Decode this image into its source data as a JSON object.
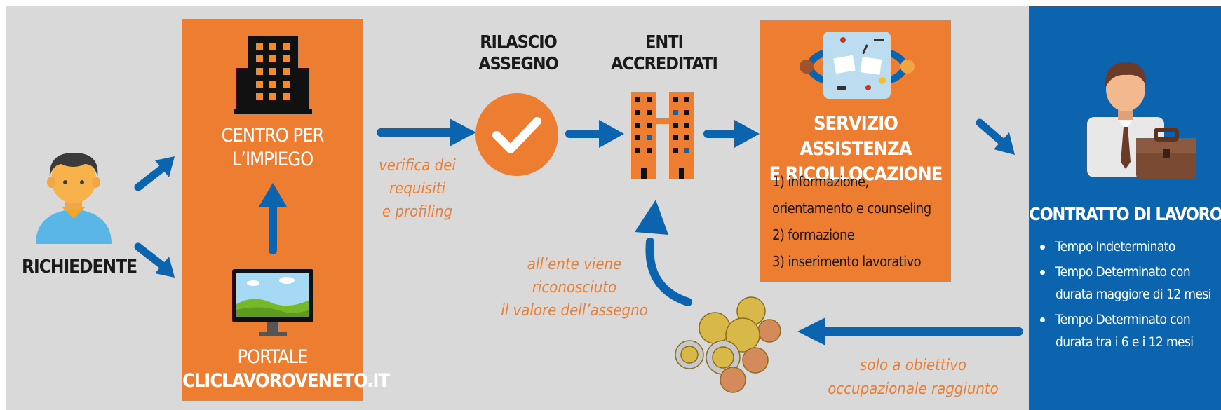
{
  "colors": {
    "background": "#d9d9d9",
    "orange": "#ed7d31",
    "blue": "#0b64ad",
    "white": "#ffffff",
    "dark": "#1a1a1a"
  },
  "nodes": {
    "richiedente": {
      "label": "RICHIEDENTE",
      "icon": "person-icon"
    },
    "centro": {
      "label_line1": "CENTRO PER",
      "label_line2": "L’IMPIEGO",
      "icon": "office-building-icon"
    },
    "portale": {
      "label_line1": "PORTALE",
      "label_line2": "CLICLAVOROVENETO.IT",
      "icon": "monitor-icon"
    },
    "rilascio": {
      "label_line1": "RILASCIO",
      "label_line2": "ASSEGNO",
      "icon": "checkmark-icon"
    },
    "enti": {
      "label_line1": "ENTI",
      "label_line2": "ACCREDITATI",
      "icon": "buildings-icon"
    },
    "servizio": {
      "title_line1": "SERVIZIO ASSISTENZA",
      "title_line2": "E RICOLLOCAZIONE",
      "items": [
        "1) informazione,",
        "orientamento e counseling",
        "2) formazione",
        "3) inserimento lavorativo"
      ],
      "icon": "meeting-table-icon"
    },
    "contratto": {
      "title": "CONTRATTO DI LAVORO",
      "bullets": [
        {
          "line1": "Tempo Indeterminato",
          "line2": ""
        },
        {
          "line1": "Tempo Determinato con",
          "line2": "durata maggiore di 12 mesi"
        },
        {
          "line1": "Tempo Determinato con",
          "line2": "durata tra i 6 e i 12 mesi"
        }
      ],
      "icon": "businessman-icon"
    },
    "monete": {
      "icon": "euro-coins-icon"
    }
  },
  "edge_labels": {
    "verifica": [
      "verifica dei",
      "requisiti",
      "e profiling"
    ],
    "riconosciuto": [
      "all’ente viene",
      "riconosciuto",
      "il valore dell’assegno"
    ],
    "obiettivo": [
      "solo a obiettivo",
      "occupazionale raggiunto"
    ]
  }
}
